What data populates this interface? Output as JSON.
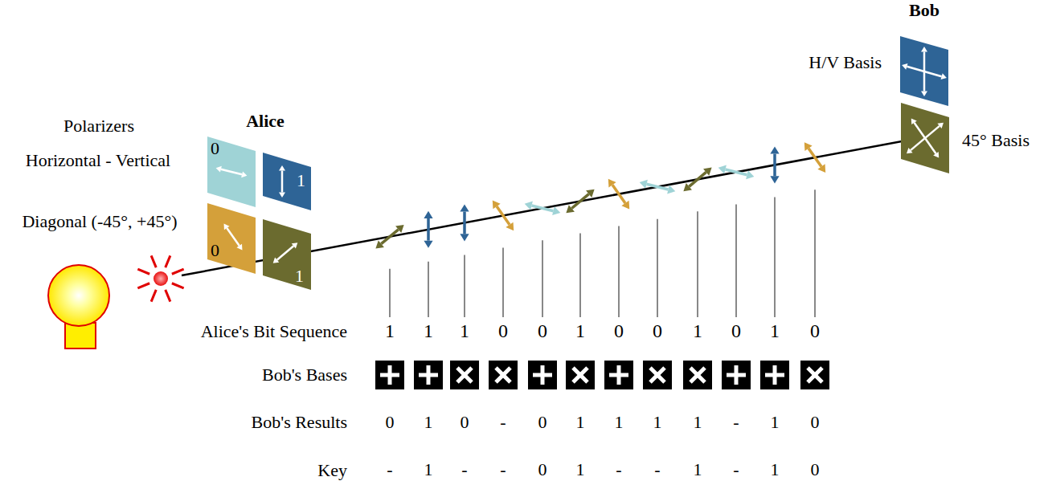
{
  "diagram": {
    "nodes": [
      {
        "text": [
          "0"
        ]
      },
      {
        "text": [
          "1"
        ]
      },
      {
        "text": [
          "0"
        ]
      },
      {
        "text": [
          "1"
        ]
      }
    ],
    "labels": [
      "Bob",
      "H/V Basis",
      "45° Basis",
      "Polarizers",
      "Alice",
      "Horizontal - Vertical",
      "Diagonal (-45°, +45°)",
      "Alice's Bit Sequence",
      "1",
      "1",
      "1",
      "0",
      "0",
      "1",
      "0",
      "0",
      "1",
      "0",
      "1",
      "0",
      "Bob's Bases",
      "Bob's Results",
      "0",
      "1",
      "0",
      "-",
      "0",
      "1",
      "1",
      "1",
      "1",
      "-",
      "1",
      "0",
      "Key",
      "-",
      "1",
      "-",
      "-",
      "0",
      "1",
      "-",
      "-",
      "1",
      "-",
      "1",
      "0"
    ]
  }
}
